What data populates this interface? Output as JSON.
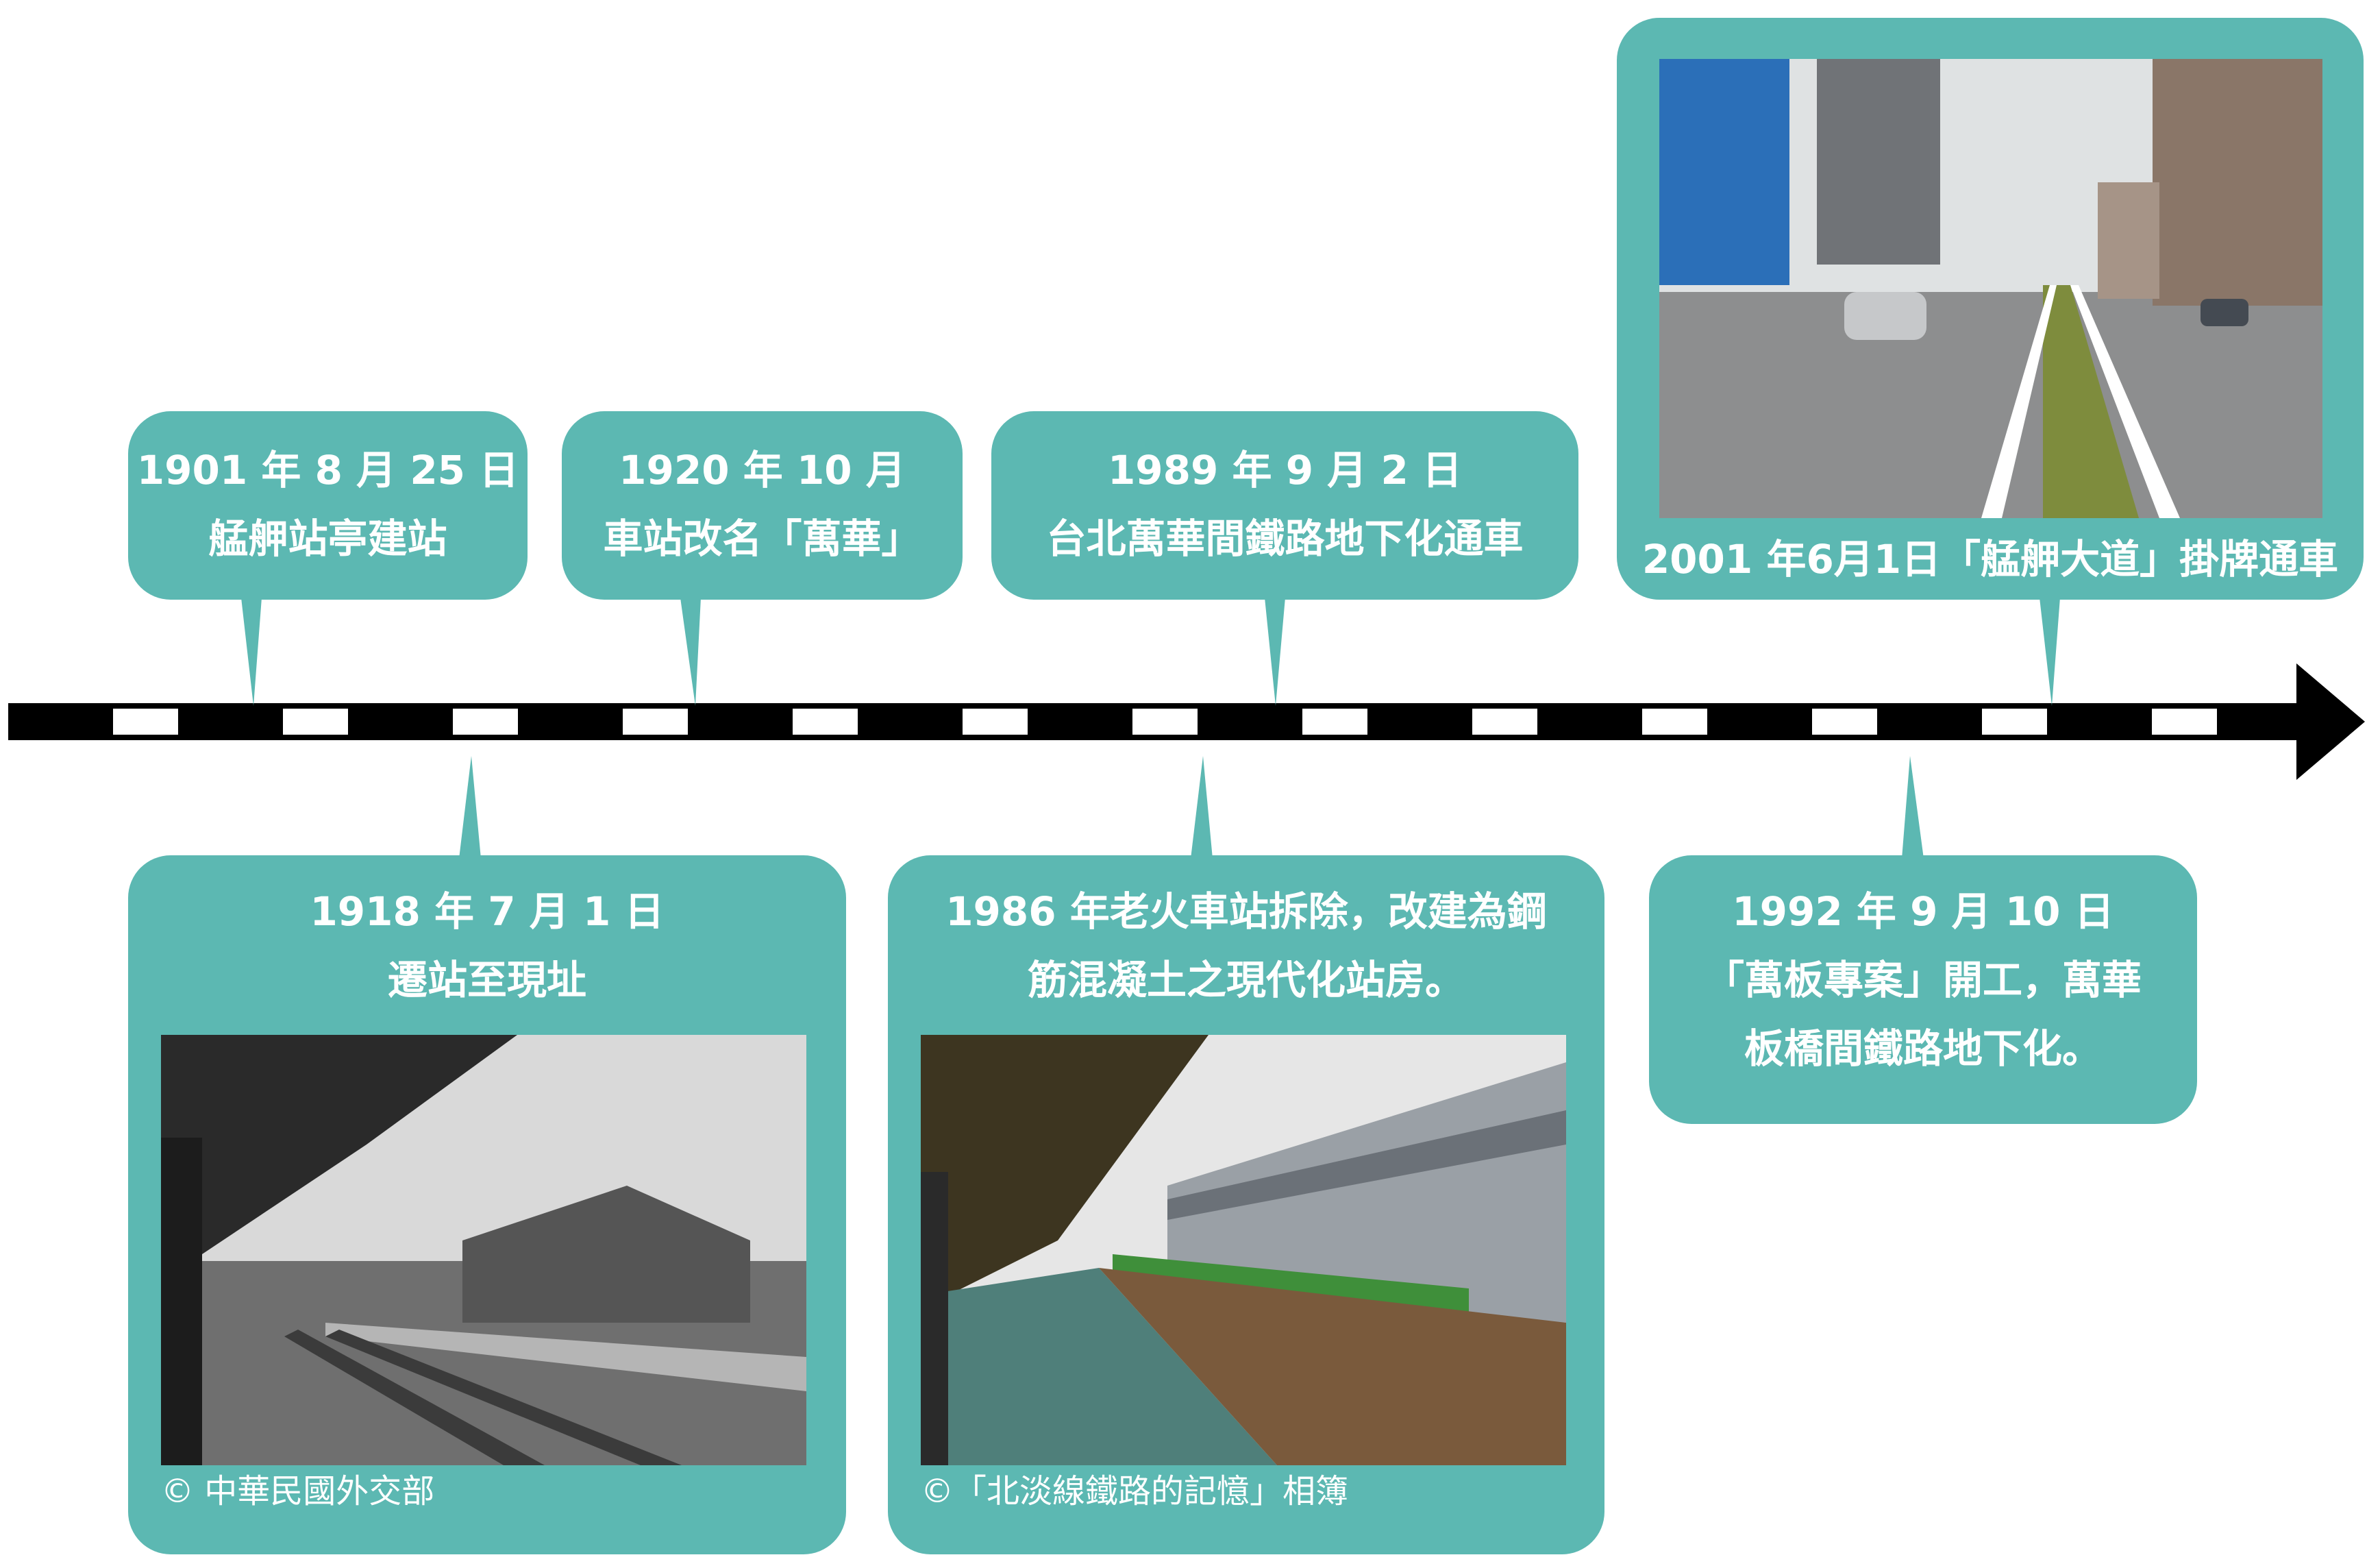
{
  "events_top": [
    {
      "line1": "1901 年 8 月 25 日",
      "line2": "艋舺站亭建站"
    },
    {
      "line1": "1920 年 10 月",
      "line2": "車站改名「萬華」"
    },
    {
      "line1": "1989 年 9 月 2 日",
      "line2": "台北萬華間鐵路地下化通車"
    },
    {
      "line1": "2001 年6月1日「艋舺大道」掛牌通車"
    }
  ],
  "events_bottom": [
    {
      "line1": "1918 年 7 月 1 日",
      "line2": "遷站至現址",
      "credit": "© 中華民國外交部"
    },
    {
      "line1": "1986 年老火車站拆除，改建為鋼",
      "line2": "筋混凝土之現代化站房。",
      "credit": "©「北淡線鐵路的記憶」相簿"
    },
    {
      "line1": "1992 年 9 月 10 日",
      "line2": "「萬板專案」開工，萬華",
      "line3": "板橋間鐵路地下化。"
    }
  ],
  "colors": {
    "accent": "#5cb8b2",
    "axis": "#000000",
    "axis_stripe": "#ffffff",
    "text": "#ffffff"
  }
}
